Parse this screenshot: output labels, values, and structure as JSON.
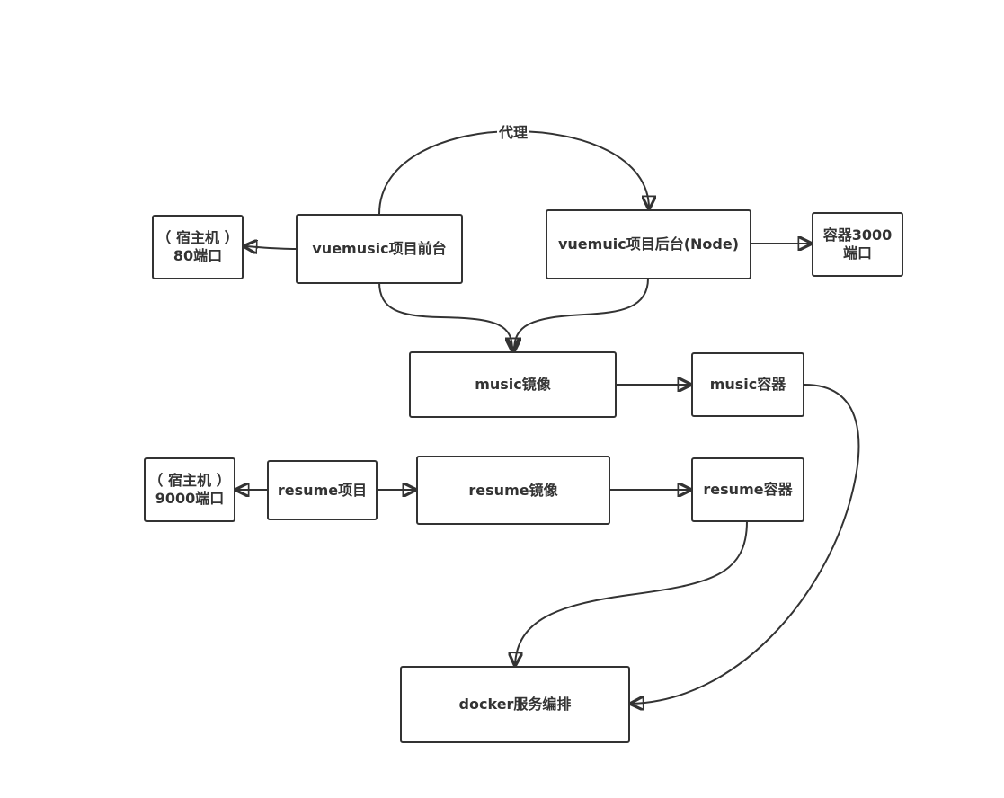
{
  "nodes": {
    "host_80": "（ 宿主机 ）\n80端口",
    "vue_frontend": "vuemusic项目前台",
    "vue_backend": "vuemuic项目后台(Node)",
    "container_3000": "容器3000\n端口",
    "music_image": "music镜像",
    "music_container": "music容器",
    "host_9000": "（ 宿主机 ）\n9000端口",
    "resume_project": "resume项目",
    "resume_image": "resume镜像",
    "resume_container": "resume容器",
    "docker_compose": "docker服务编排"
  },
  "edges": {
    "proxy_label": "代理"
  },
  "colors": {
    "stroke": "#333333",
    "background": "#ffffff"
  }
}
